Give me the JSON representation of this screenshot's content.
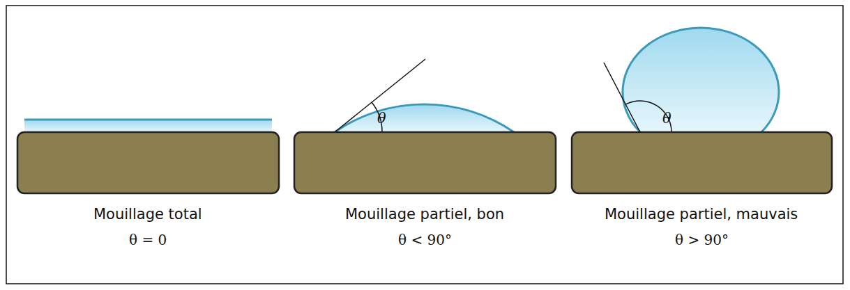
{
  "diagram": {
    "labels": [
      "Mouillage total",
      "θ = 0",
      "θ",
      "Mouillage partiel, bon",
      "θ < 90°",
      "θ",
      "Mouillage partiel, mauvais",
      "θ > 90°"
    ]
  }
}
